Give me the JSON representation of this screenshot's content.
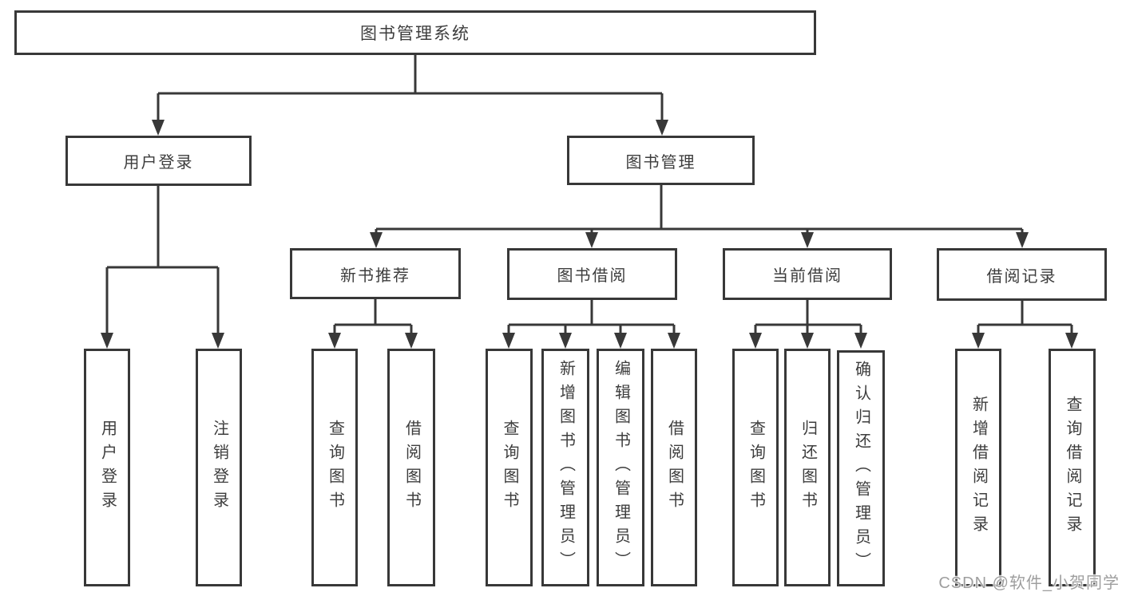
{
  "root": {
    "label": "图书管理系统"
  },
  "branches": [
    {
      "label": "用户登录",
      "leaves": [
        "用户登录",
        "注销登录"
      ]
    },
    {
      "label": "图书管理",
      "sections": [
        {
          "label": "新书推荐",
          "leaves": [
            "查询图书",
            "借阅图书"
          ]
        },
        {
          "label": "图书借阅",
          "leaves": [
            "查询图书",
            "新增图书（管理员）",
            "编辑图书（管理员）",
            "借阅图书"
          ]
        },
        {
          "label": "当前借阅",
          "leaves": [
            "查询图书",
            "归还图书",
            "确认归还（管理员）"
          ]
        },
        {
          "label": "借阅记录",
          "leaves": [
            "新增借阅记录",
            "查询借阅记录"
          ]
        }
      ]
    }
  ],
  "watermark": {
    "text": "CSDN @软件_小贺同学"
  },
  "colors": {
    "line": "#383838",
    "text": "#3d3d3d",
    "watermark": "#9e9e9e",
    "background": "#ffffff"
  }
}
